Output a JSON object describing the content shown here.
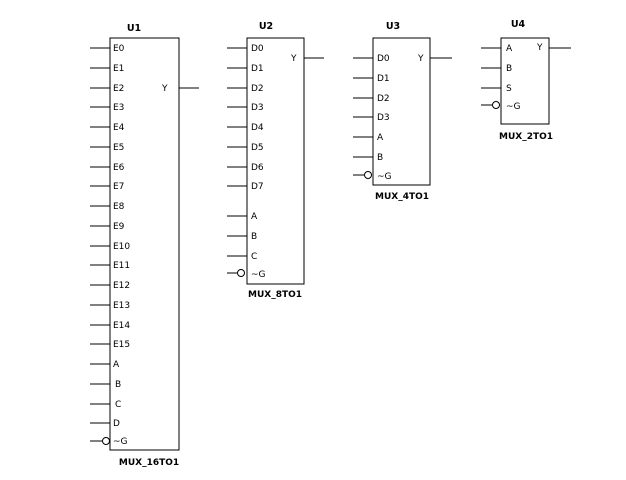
{
  "components": [
    {
      "id": "u1",
      "ref": "U1",
      "part": "MUX_16TO1",
      "inputs": [
        "E0",
        "E1",
        "E2",
        "E3",
        "E4",
        "E5",
        "E6",
        "E7",
        "E8",
        "E9",
        "E10",
        "E11",
        "E12",
        "E13",
        "E14",
        "E15",
        "A",
        "B",
        "C",
        "D",
        "~G"
      ],
      "output": "Y"
    },
    {
      "id": "u2",
      "ref": "U2",
      "part": "MUX_8TO1",
      "inputs": [
        "D0",
        "D1",
        "D2",
        "D3",
        "D4",
        "D5",
        "D6",
        "D7",
        "A",
        "B",
        "C",
        "~G"
      ],
      "output": "Y"
    },
    {
      "id": "u3",
      "ref": "U3",
      "part": "MUX_4TO1",
      "inputs": [
        "D0",
        "D1",
        "D2",
        "D3",
        "A",
        "B",
        "~G"
      ],
      "output": "Y"
    },
    {
      "id": "u4",
      "ref": "U4",
      "part": "MUX_2TO1",
      "inputs": [
        "A",
        "B",
        "S",
        "~G"
      ],
      "output": "Y"
    }
  ]
}
